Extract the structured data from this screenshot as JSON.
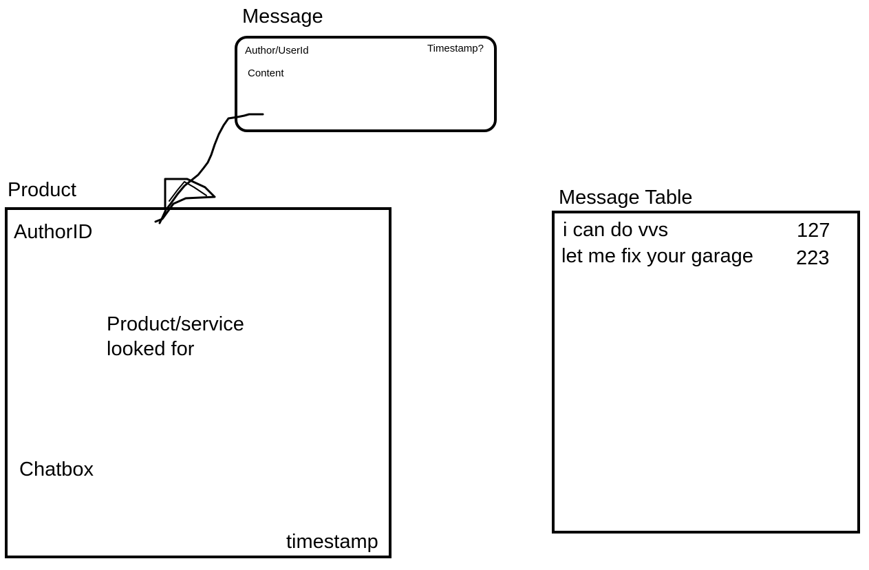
{
  "message_entity": {
    "title": "Message",
    "fields": {
      "author": "Author/UserId",
      "timestamp": "Timestamp?",
      "content": "Content"
    }
  },
  "product_entity": {
    "title": "Product",
    "fields": {
      "author_id": "AuthorID",
      "looked_for_line1": "Product/service",
      "looked_for_line2": "looked for",
      "chatbox": "Chatbox",
      "timestamp": "timestamp"
    }
  },
  "message_table": {
    "title": "Message Table",
    "rows": [
      {
        "text": "i can do vvs",
        "value": "127"
      },
      {
        "text": "let me fix your garage",
        "value": "223"
      }
    ]
  },
  "colors": {
    "stroke": "#000000",
    "background": "#ffffff"
  }
}
